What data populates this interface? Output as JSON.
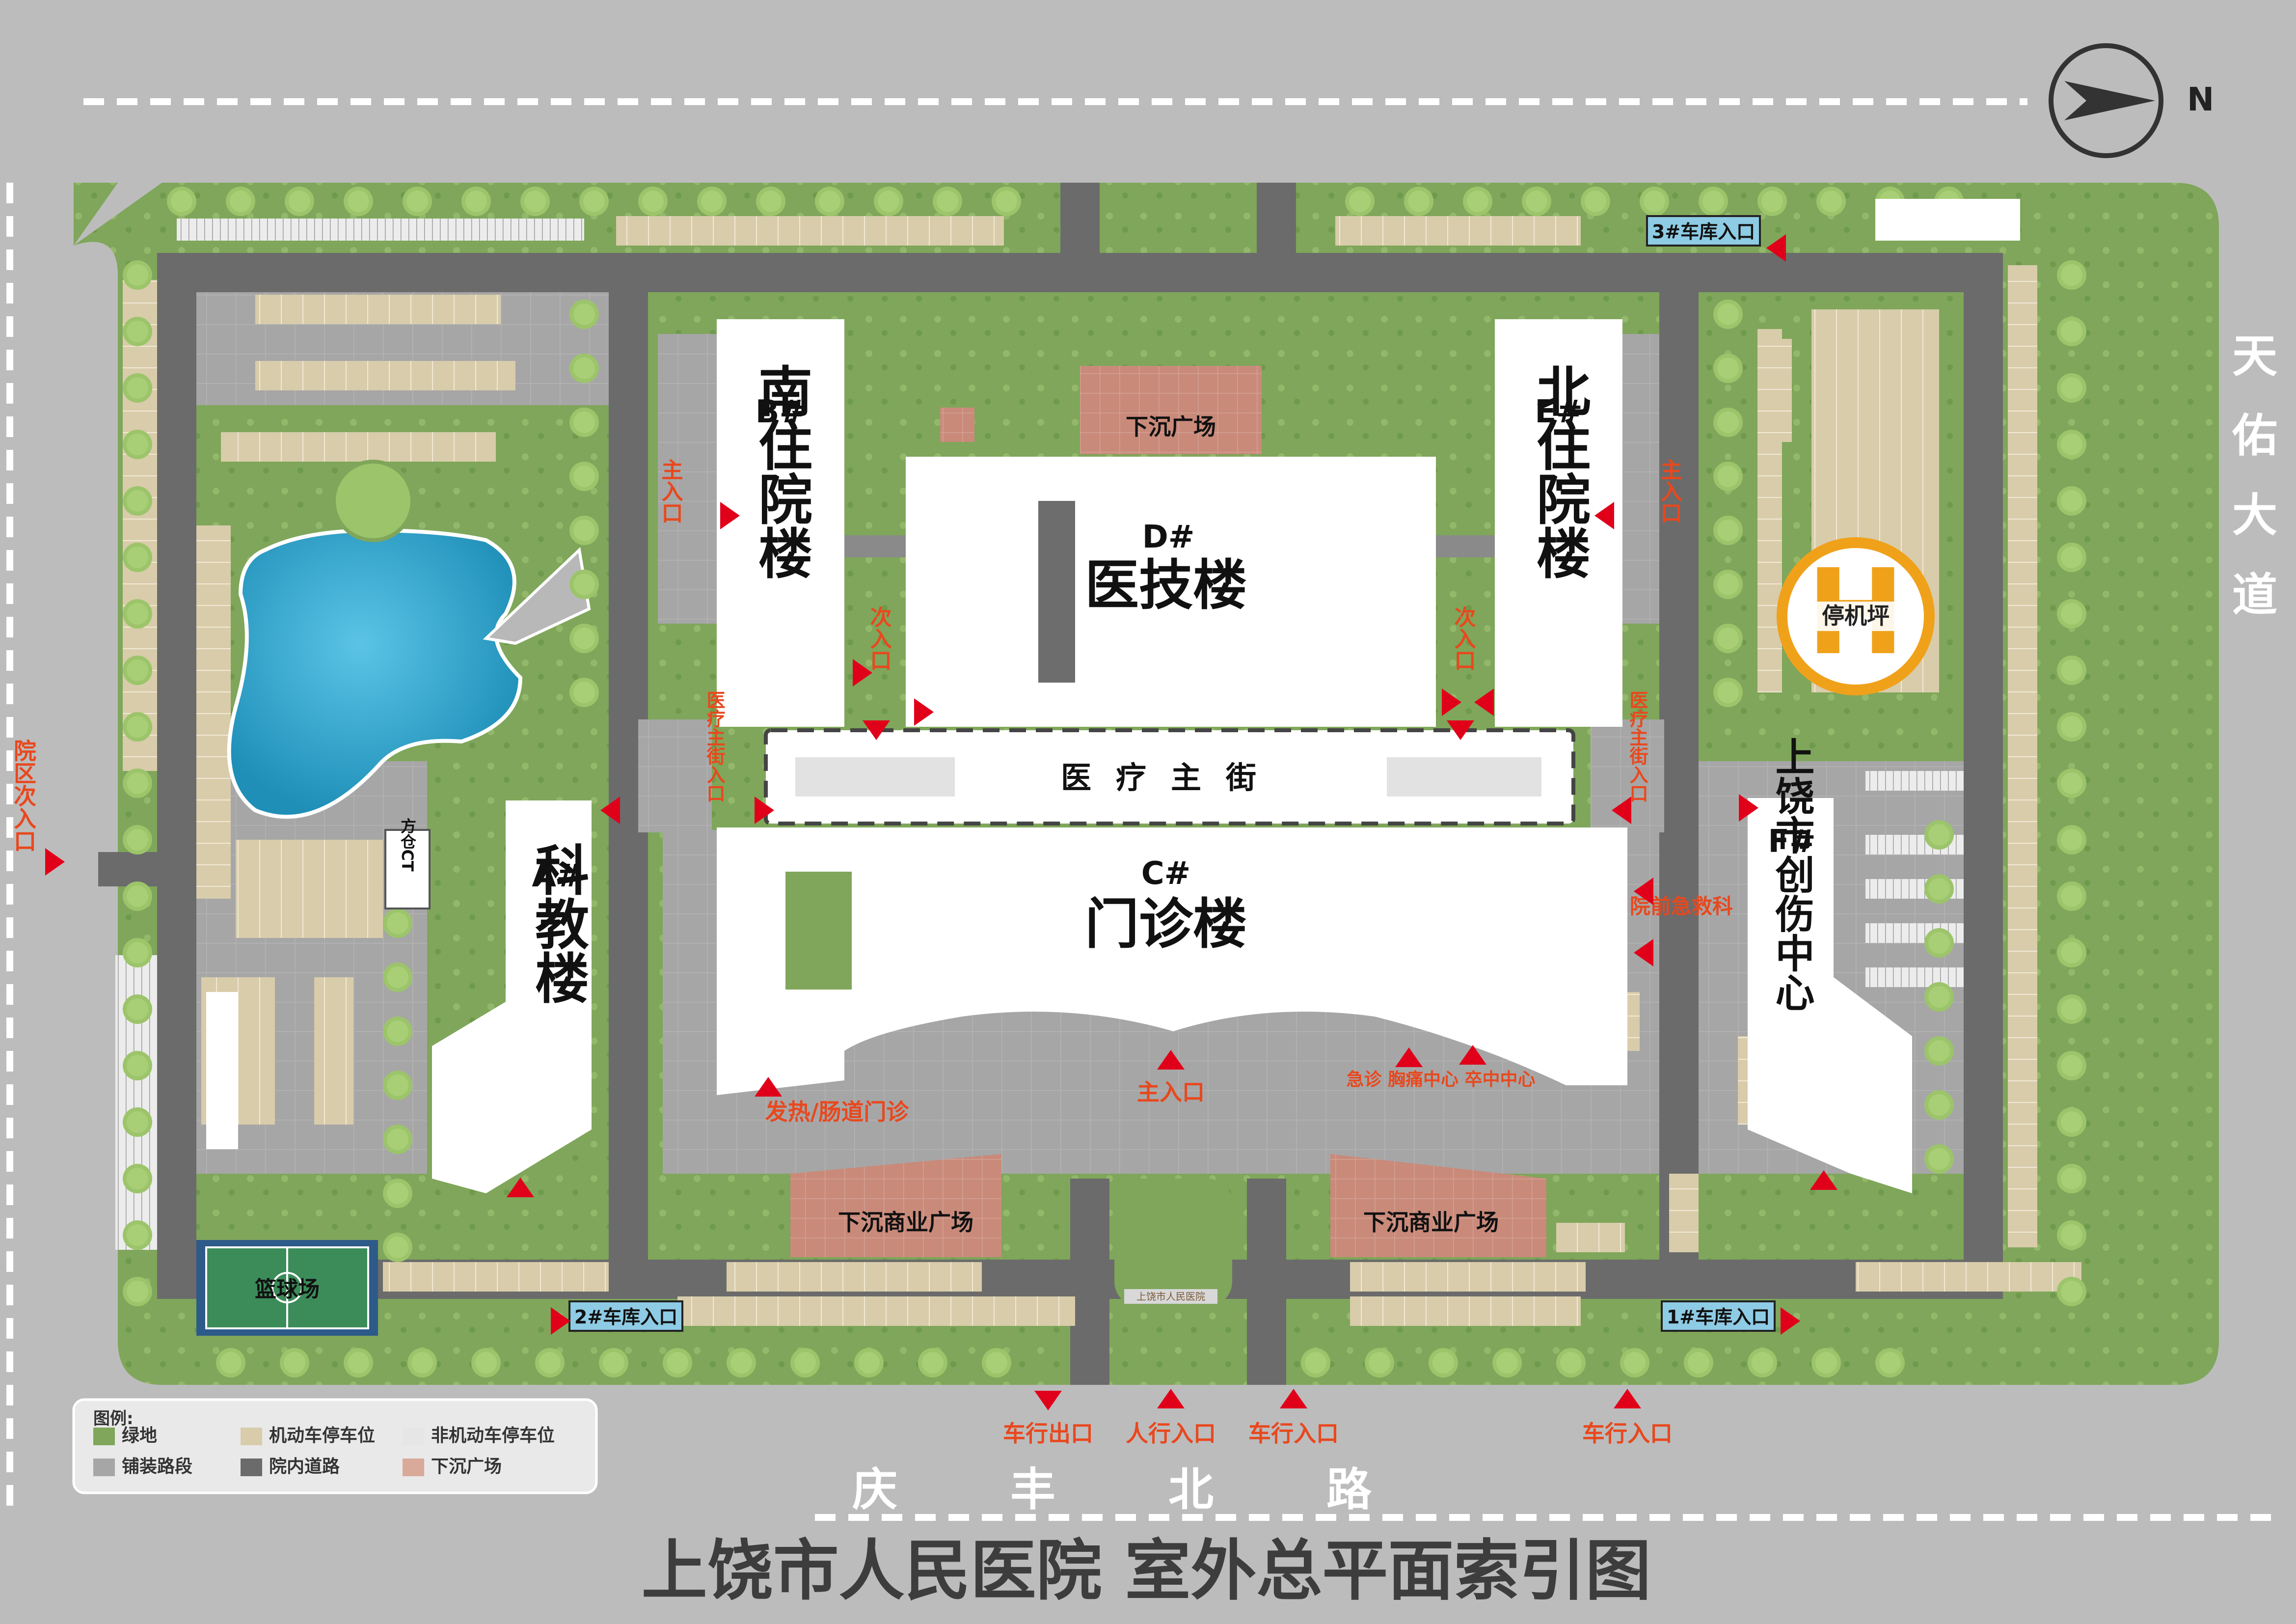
{
  "title": "上饶市人民医院 室外总平面索引图",
  "compass": {
    "label": "N"
  },
  "roads": {
    "south": "庆丰北路",
    "east": "天佑大道"
  },
  "buildings": {
    "A": {
      "code": "A#",
      "name": "科教楼"
    },
    "B": {
      "code": "B#",
      "name": "南住院楼"
    },
    "C": {
      "code": "C#",
      "name": "门诊楼"
    },
    "D": {
      "code": "D#",
      "name": "医技楼"
    },
    "E": {
      "code": "E#",
      "name": "北住院楼"
    },
    "F": {
      "code": "F#",
      "name": "上饶市创伤中心"
    }
  },
  "places": {
    "main_street": "医疗主街",
    "sunken_plaza": "下沉广场",
    "sunken_commercial_left": "下沉商业广场",
    "sunken_commercial_right": "下沉商业广场",
    "helipad": "停机坪",
    "helipad_mark": "H",
    "basketball": "篮球场",
    "fangcang_ct": "方仓CT",
    "stone_inscription": "上饶市人民医院"
  },
  "garages": {
    "g1": "1#车库入口",
    "g2": "2#车库入口",
    "g3": "3#车库入口"
  },
  "entrances": {
    "main_b": "主入口",
    "main_e": "主入口",
    "secondary_b": "次入口",
    "secondary_d": "次入口",
    "street_left": "医疗主街入口",
    "street_right": "医疗主街入口",
    "emergency_dept": "院前急救科",
    "fever": "发热/肠道门诊",
    "main_c": "主入口",
    "emergency_center": "急诊 胸痛中心 卒中中心",
    "campus_secondary": "院区次入口"
  },
  "road_entrances": {
    "exit": "车行出口",
    "pedestrian": "人行入口",
    "vehicle1": "车行入口",
    "vehicle2": "车行入口"
  },
  "legend": {
    "heading": "图例:",
    "items": [
      {
        "label": "绿地",
        "color": "#7fa65a"
      },
      {
        "label": "机动车停车位",
        "color": "#d8ccaa"
      },
      {
        "label": "非机动车停车位",
        "color": "#e6e6e6"
      },
      {
        "label": "铺装路段",
        "color": "#a6a6a6"
      },
      {
        "label": "院内道路",
        "color": "#6b6b6b"
      },
      {
        "label": "下沉广场",
        "color": "#d9a99a"
      }
    ]
  },
  "colors": {
    "green": "#7fa65a",
    "road": "#6b6b6b",
    "paving": "#a6a6a6",
    "parking": "#d8ccaa",
    "sunken": "#c98a7a",
    "entrance": "#e8481e",
    "arrow": "#e1001a",
    "water": "#2aa8d0",
    "helipad_ring": "#f0a11a"
  }
}
